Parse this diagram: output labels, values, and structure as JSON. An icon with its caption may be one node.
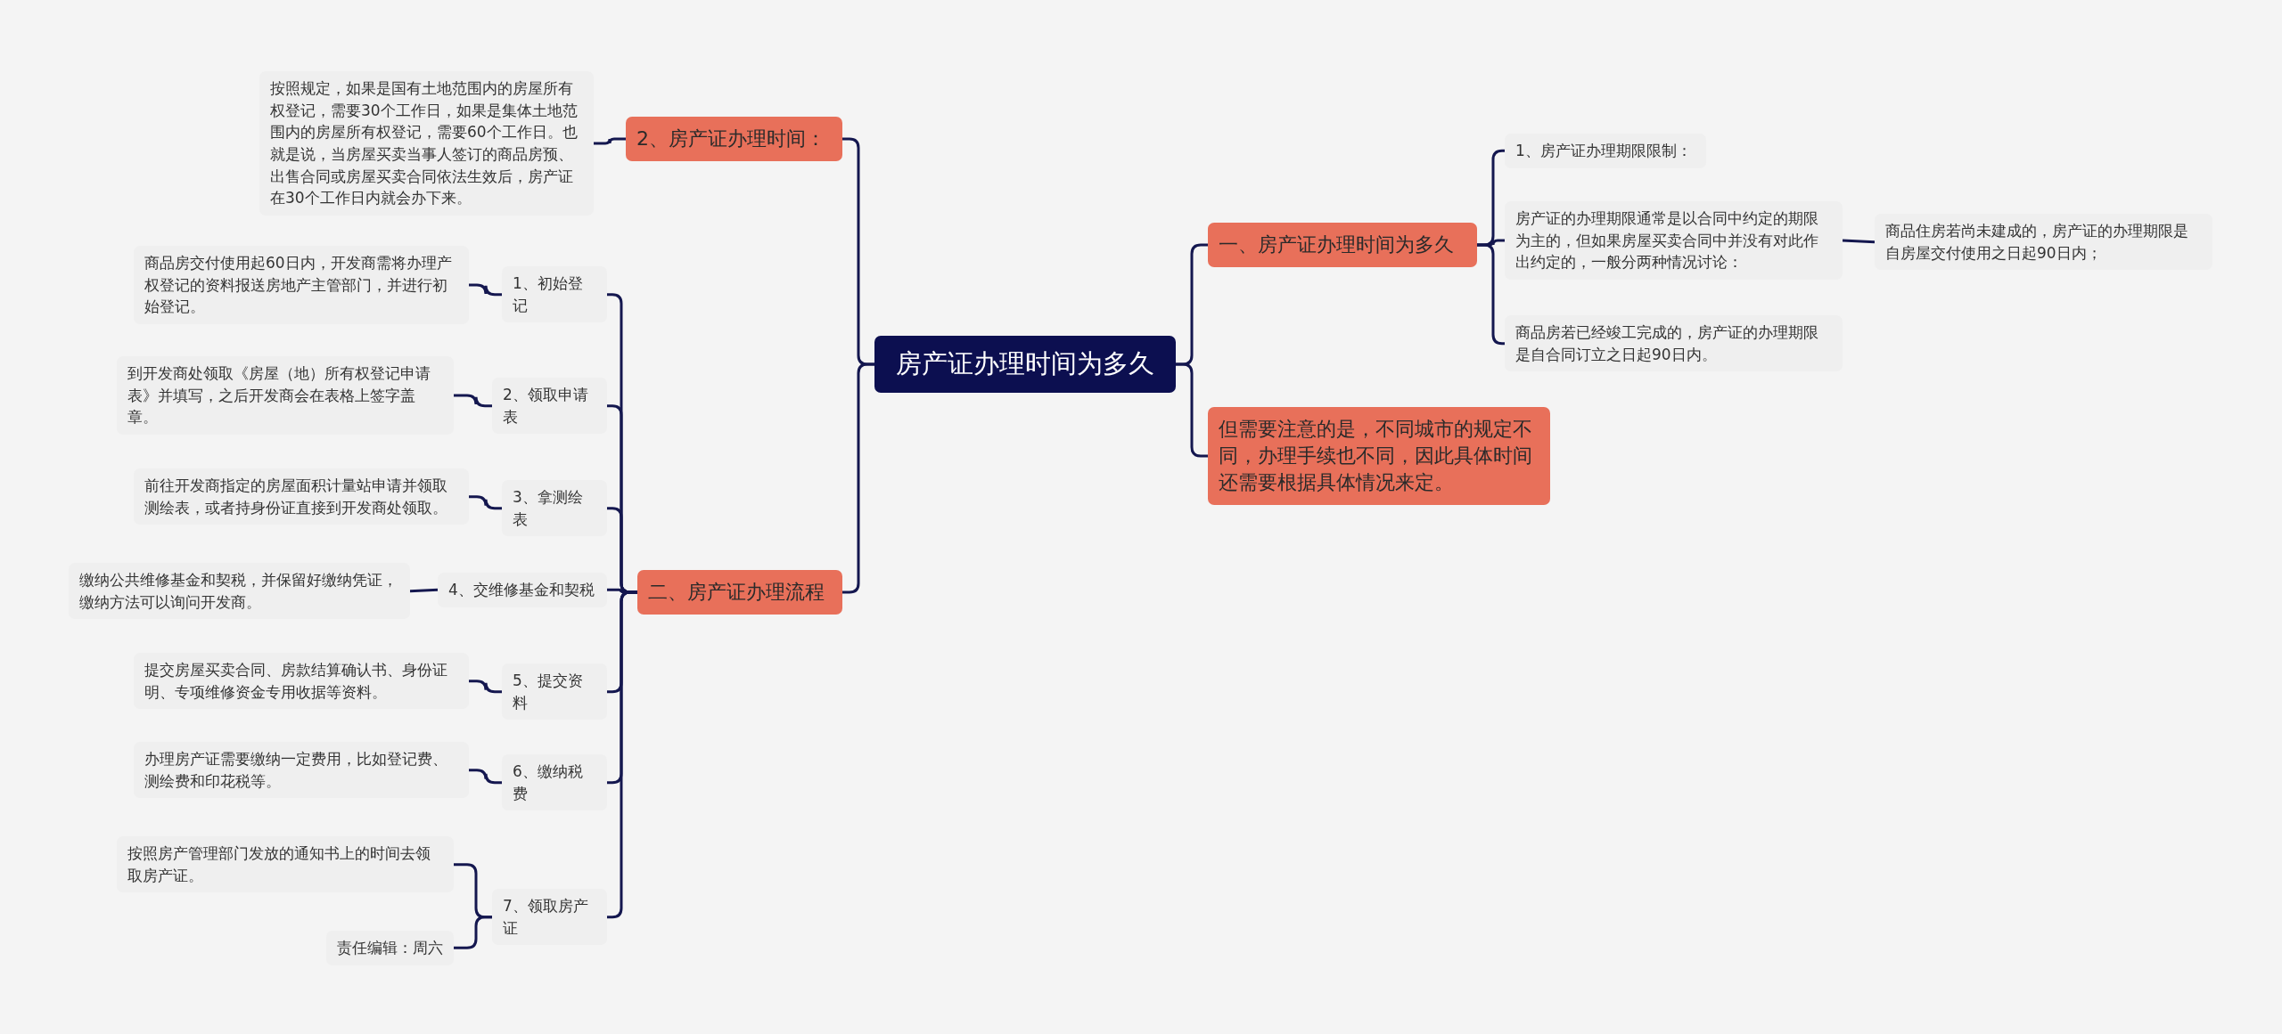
{
  "diagram": {
    "nodes": [
      {
        "text": [
          "房产证办理时间为多久"
        ]
      },
      {
        "text": [
          "一、房产证办理时间为多久"
        ]
      },
      {
        "text": [
          "1、房产证办理期限限制："
        ]
      },
      {
        "text": [
          "房产证的办理期限通常是以合同中约定的期限为主的，但如果房屋买卖合同中并没有对此作出约定的，一般分两种情况讨论："
        ]
      },
      {
        "text": [
          "商品住房若尚未建成的，房产证的办理期限是自房屋交付使用之日起90日内；"
        ]
      },
      {
        "text": [
          "商品房若已经竣工完成的，房产证的办理期限是自合同订立之日起90日内。"
        ]
      },
      {
        "text": [
          "但需要注意的是，不同城市的规定不同，办理手续也不同，因此具体时间还需要根据具体情况来定。"
        ]
      },
      {
        "text": [
          "2、房产证办理时间："
        ]
      },
      {
        "text": [
          "按照规定，如果是国有土地范围内的房屋所有权登记，需要30个工作日，如果是集体土地范围内的房屋所有权登记，需要60个工作日。也就是说，当房屋买卖当事人签订的商品房预、出售合同或房屋买卖合同依法生效后，房产证在30个工作日内就会办下来。"
        ]
      },
      {
        "text": [
          "二、房产证办理流程"
        ]
      },
      {
        "text": [
          "1、初始登记"
        ]
      },
      {
        "text": [
          "商品房交付使用起60日内，开发商需将办理产权登记的资料报送房地产主管部门，并进行初始登记。"
        ]
      },
      {
        "text": [
          "2、领取申请表"
        ]
      },
      {
        "text": [
          "到开发商处领取《房屋（地）所有权登记申请表》并填写，之后开发商会在表格上签字盖章。"
        ]
      },
      {
        "text": [
          "3、拿测绘表"
        ]
      },
      {
        "text": [
          "前往开发商指定的房屋面积计量站申请并领取测绘表，或者持身份证直接到开发商处领取。"
        ]
      },
      {
        "text": [
          "4、交维修基金和契税"
        ]
      },
      {
        "text": [
          "缴纳公共维修基金和契税，并保留好缴纳凭证，缴纳方法可以询问开发商。"
        ]
      },
      {
        "text": [
          "5、提交资料"
        ]
      },
      {
        "text": [
          "提交房屋买卖合同、房款结算确认书、身份证明、专项维修资金专用收据等资料。"
        ]
      },
      {
        "text": [
          "6、缴纳税费"
        ]
      },
      {
        "text": [
          "办理房产证需要缴纳一定费用，比如登记费、测绘费和印花税等。"
        ]
      },
      {
        "text": [
          "7、领取房产证"
        ]
      },
      {
        "text": [
          "按照房产管理部门发放的通知书上的时间去领取房产证。"
        ]
      },
      {
        "text": [
          "责任编辑：周六"
        ]
      }
    ],
    "edges": [
      {
        "from": 0,
        "to": 1,
        "arrow": "none"
      },
      {
        "from": 0,
        "to": 6,
        "arrow": "none"
      },
      {
        "from": 0,
        "to": 7,
        "arrow": "none"
      },
      {
        "from": 0,
        "to": 9,
        "arrow": "none"
      },
      {
        "from": 1,
        "to": 2,
        "arrow": "none"
      },
      {
        "from": 1,
        "to": 3,
        "arrow": "none"
      },
      {
        "from": 1,
        "to": 5,
        "arrow": "none"
      },
      {
        "from": 3,
        "to": 4,
        "arrow": "none"
      },
      {
        "from": 7,
        "to": 8,
        "arrow": "none"
      },
      {
        "from": 9,
        "to": 10,
        "arrow": "none"
      },
      {
        "from": 9,
        "to": 12,
        "arrow": "none"
      },
      {
        "from": 9,
        "to": 14,
        "arrow": "none"
      },
      {
        "from": 9,
        "to": 16,
        "arrow": "none"
      },
      {
        "from": 9,
        "to": 18,
        "arrow": "none"
      },
      {
        "from": 9,
        "to": 20,
        "arrow": "none"
      },
      {
        "from": 9,
        "to": 22,
        "arrow": "none"
      },
      {
        "from": 10,
        "to": 11,
        "arrow": "none"
      },
      {
        "from": 12,
        "to": 13,
        "arrow": "none"
      },
      {
        "from": 14,
        "to": 15,
        "arrow": "none"
      },
      {
        "from": 16,
        "to": 17,
        "arrow": "none"
      },
      {
        "from": 18,
        "to": 19,
        "arrow": "none"
      },
      {
        "from": 20,
        "to": 21,
        "arrow": "none"
      },
      {
        "from": 22,
        "to": 23,
        "arrow": "none"
      },
      {
        "from": 22,
        "to": 24,
        "arrow": "none"
      }
    ]
  }
}
